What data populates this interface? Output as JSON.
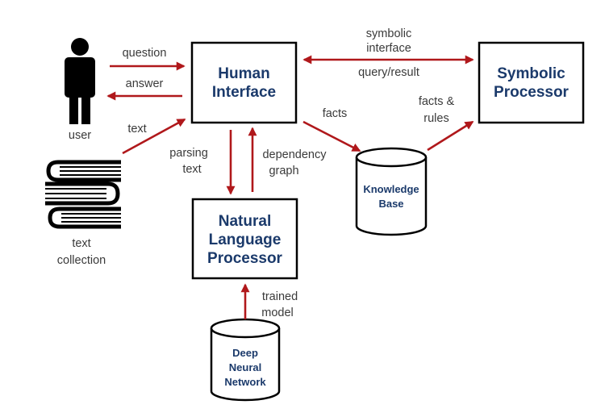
{
  "nodes": {
    "human_interface": [
      "Human",
      "Interface"
    ],
    "symbolic_processor": [
      "Symbolic",
      "Processor"
    ],
    "nlp": [
      "Natural",
      "Language",
      "Processor"
    ],
    "knowledge_base": [
      "Knowledge",
      "Base"
    ],
    "dnn": [
      "Deep",
      "Neural",
      "Network"
    ]
  },
  "actors": {
    "user": "user",
    "text_collection": [
      "text",
      "collection"
    ]
  },
  "edges": {
    "question": "question",
    "answer": "answer",
    "text": "text",
    "symbolic_interface": [
      "symbolic",
      "interface"
    ],
    "query_result": "query/result",
    "facts": "facts",
    "facts_rules": [
      "facts &",
      "rules"
    ],
    "parsing_text": [
      "parsing",
      "text"
    ],
    "dependency_graph": [
      "dependency",
      "graph"
    ],
    "trained_model": [
      "trained",
      "model"
    ]
  },
  "colors": {
    "arrow": "#b0181b",
    "node_text": "#1b3a6b",
    "edge_text": "#3a3a3a"
  }
}
